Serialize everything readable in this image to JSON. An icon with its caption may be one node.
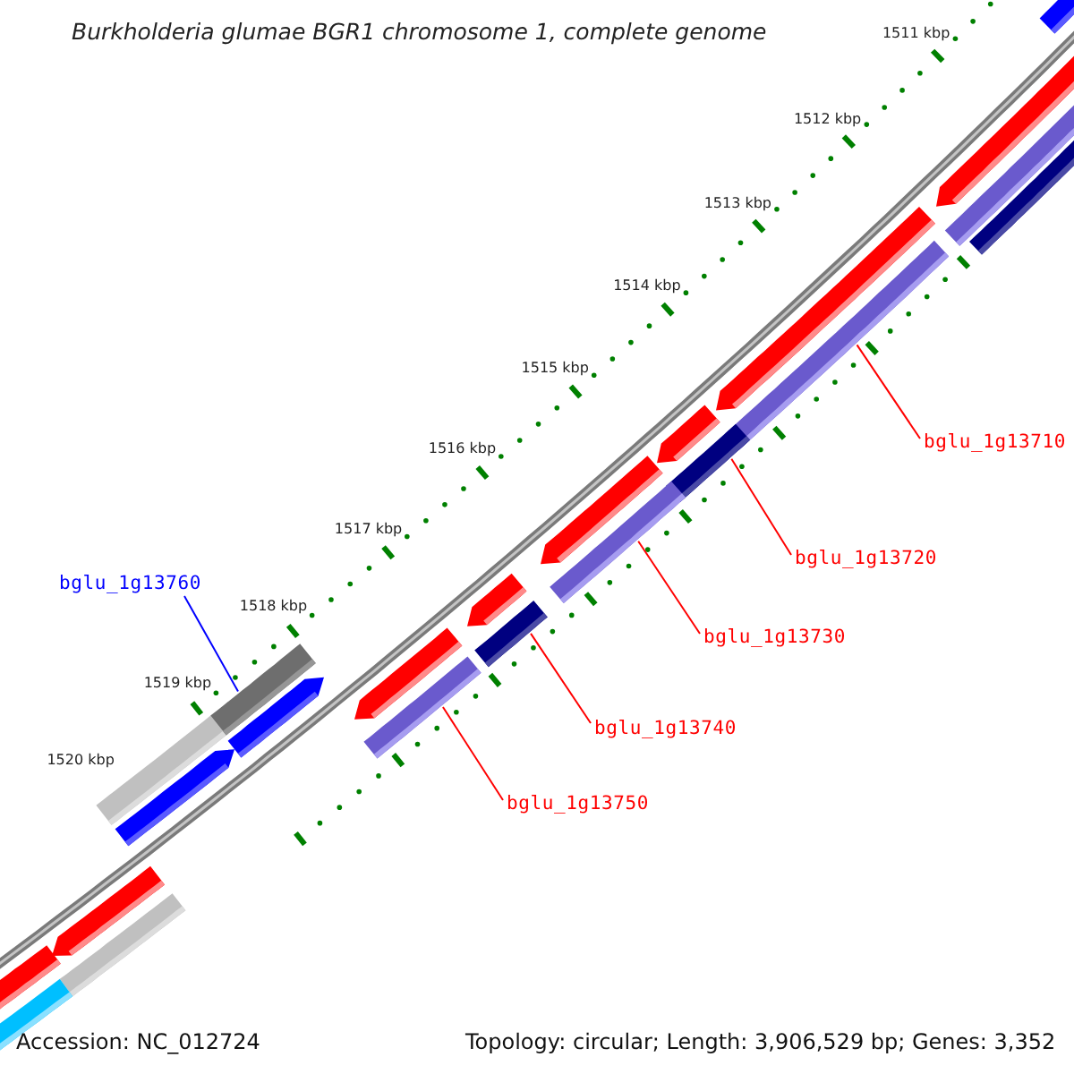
{
  "diagram": {
    "title": "Burkholderia glumae BGR1 chromosome 1, complete genome",
    "nodes": [
      {
        "text": [
          "bglu_1g13760"
        ]
      },
      {
        "text": [],
        "shape": "bar"
      },
      {
        "text": [
          "bglu_1g13710"
        ]
      },
      {
        "text": [],
        "shape": "bar"
      },
      {
        "text": [
          "bglu_1g13720"
        ]
      },
      {
        "text": [],
        "shape": "bar"
      },
      {
        "text": [
          "bglu_1g13730"
        ]
      },
      {
        "text": [],
        "shape": "bar"
      },
      {
        "text": [
          "bglu_1g13740"
        ]
      },
      {
        "text": [],
        "shape": "bar"
      },
      {
        "text": [
          "bglu_1g13750"
        ]
      },
      {
        "text": [],
        "shape": "bar"
      }
    ],
    "edges": [
      {
        "from": 0,
        "to": 1,
        "arrow": "none",
        "color": "#0000ff"
      },
      {
        "from": 2,
        "to": 3,
        "arrow": "none"
      },
      {
        "from": 4,
        "to": 5,
        "arrow": "none"
      },
      {
        "from": 6,
        "to": 7,
        "arrow": "none"
      },
      {
        "from": 8,
        "to": 9,
        "arrow": "none"
      },
      {
        "from": 10,
        "to": 11,
        "arrow": "none"
      }
    ],
    "labels": [
      "1511 kbp",
      "1512 kbp",
      "1513 kbp",
      "1514 kbp",
      "1515 kbp",
      "1516 kbp",
      "1517 kbp",
      "1518 kbp",
      "1519 kbp",
      "1520 kbp",
      "Accession: NC_012724",
      "Topology: circular; Length: 3,906,529 bp; Genes: 3,352"
    ]
  }
}
